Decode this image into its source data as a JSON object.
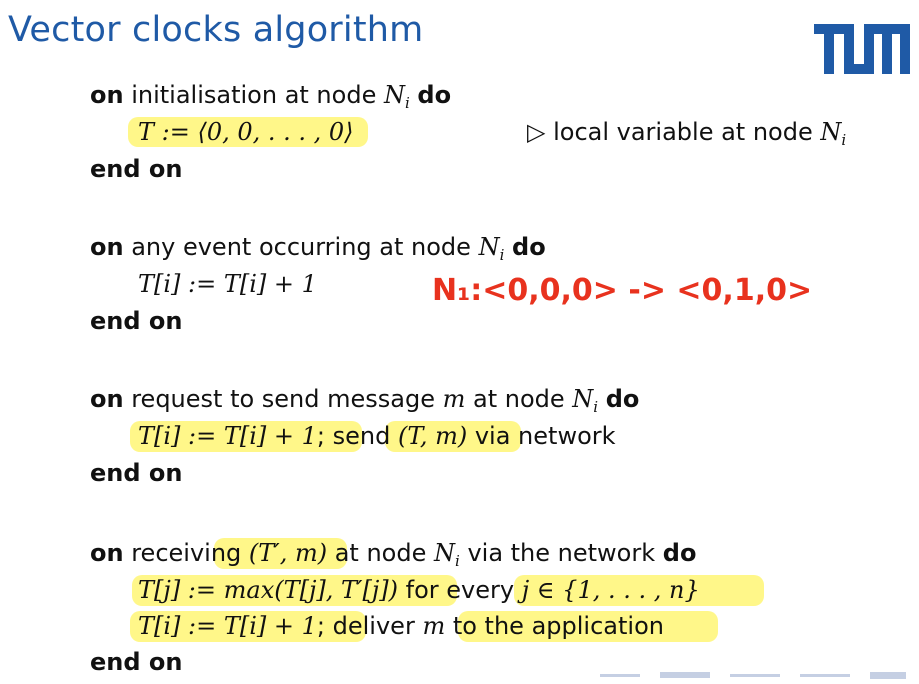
{
  "slide": {
    "title": "Vector clocks algorithm",
    "logo": "TUM"
  },
  "blocks": [
    {
      "on_keyword": "on",
      "header_text": " initialisation at node ",
      "node_var": "N",
      "node_sub": "i",
      "do_keyword": "do",
      "body": [
        {
          "code": "T := ⟨0, 0, . . . , 0⟩",
          "comment_symbol": "▷",
          "comment_text": " local variable at node ",
          "comment_node": "N",
          "comment_sub": "i"
        }
      ],
      "end": "end on"
    },
    {
      "on_keyword": "on",
      "header_text": " any event occurring at node ",
      "node_var": "N",
      "node_sub": "i",
      "do_keyword": "do",
      "body": [
        {
          "code": "T[i] := T[i] + 1"
        }
      ],
      "end": "end on"
    },
    {
      "on_keyword": "on",
      "header_text": " request to send message ",
      "msg_var": "m",
      "header_text2": " at node ",
      "node_var": "N",
      "node_sub": "i",
      "do_keyword": "do",
      "body": [
        {
          "code": "T[i] := T[i] + 1",
          "text": "; send ",
          "code2": "(T, m)",
          "text2": " via network"
        }
      ],
      "end": "end on"
    },
    {
      "on_keyword": "on",
      "header_text": " receiving ",
      "recv_var": "(T′, m)",
      "header_text2": " at node ",
      "node_var": "N",
      "node_sub": "i",
      "header_text3": " via the network ",
      "do_keyword": "do",
      "body": [
        {
          "code": "T[j] := max(T[j], T′[j])",
          "text": " for every ",
          "code2": "j ∈ {1, . . . , n}"
        },
        {
          "code": "T[i] := T[i] + 1",
          "text": "; deliver ",
          "code2": "m",
          "text2": " to the application"
        }
      ],
      "end": "end on"
    }
  ],
  "annotation": {
    "text": "N₁:<0,0,0> -> <0,1,0>",
    "color": "#e8321e"
  },
  "highlight_color": "#fff028"
}
